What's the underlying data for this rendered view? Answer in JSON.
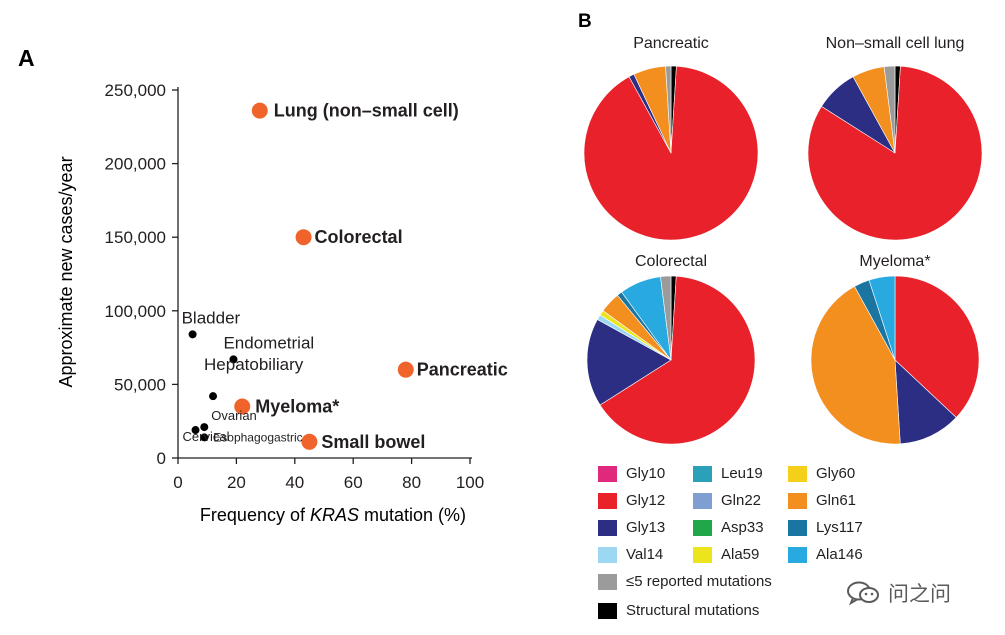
{
  "chart_data": [
    {
      "type": "scatter",
      "panel_label": "A",
      "xlabel_prefix": "Frequency of ",
      "xlabel_gene": "KRAS",
      "xlabel_suffix": " mutation (%)",
      "ylabel": "Approximate new cases/year",
      "xlim": [
        0,
        100
      ],
      "ylim": [
        0,
        250000
      ],
      "xticks": [
        "0",
        "20",
        "40",
        "60",
        "80",
        "100"
      ],
      "yticks": [
        "0",
        "50,000",
        "100,000",
        "150,000",
        "200,000",
        "250,000"
      ],
      "points": [
        {
          "label": "Lung (non–small cell)",
          "x": 28,
          "y": 236000,
          "highlight": true
        },
        {
          "label": "Colorectal",
          "x": 43,
          "y": 150000,
          "highlight": true
        },
        {
          "label": "Pancreatic",
          "x": 78,
          "y": 60000,
          "highlight": true
        },
        {
          "label": "Myeloma*",
          "x": 22,
          "y": 35000,
          "highlight": true
        },
        {
          "label": "Small bowel",
          "x": 45,
          "y": 11000,
          "highlight": true
        },
        {
          "label": "Bladder",
          "x": 5,
          "y": 84000,
          "highlight": false
        },
        {
          "label": "Endometrial",
          "x": 19,
          "y": 67000,
          "highlight": false
        },
        {
          "label": "Hepatobiliary",
          "x": 12,
          "y": 42000,
          "highlight": false
        },
        {
          "label": "Ovarian",
          "x": 9,
          "y": 21000,
          "highlight": false
        },
        {
          "label": "Esophagogastric",
          "x": 9,
          "y": 14000,
          "highlight": false
        },
        {
          "label": "Cervical",
          "x": 6,
          "y": 19000,
          "highlight": false
        }
      ]
    },
    {
      "type": "pie",
      "panel_label": "B",
      "pies": [
        {
          "title": "Pancreatic",
          "slices": {
            "Structural mutations": 1,
            "Gly12": 91,
            "Gly13": 1,
            "Gln61": 6,
            "≤5 reported mutations": 1
          }
        },
        {
          "title": "Non–small cell lung",
          "slices": {
            "Structural mutations": 1,
            "Gly12": 83,
            "Gly13": 8,
            "Gln61": 6,
            "≤5 reported mutations": 2
          }
        },
        {
          "title": "Colorectal",
          "slices": {
            "Structural mutations": 1,
            "Gly12": 65,
            "Gly13": 17,
            "Val14": 1,
            "Ala59": 1,
            "Gln61": 4,
            "Lys117": 1,
            "Ala146": 8,
            "≤5 reported mutations": 2
          }
        },
        {
          "title": "Myeloma*",
          "slices": {
            "Gly12": 37,
            "Gly13": 12,
            "Gln61": 43,
            "Lys117": 3,
            "Ala146": 5
          }
        }
      ]
    }
  ],
  "legend": [
    {
      "label": "Gly10",
      "color": "#e0287d"
    },
    {
      "label": "Gly12",
      "color": "#e8212a"
    },
    {
      "label": "Gly13",
      "color": "#2b2e83"
    },
    {
      "label": "Val14",
      "color": "#9dd8f2"
    },
    {
      "label": "≤5 reported mutations",
      "color": "#9b9b9b"
    },
    {
      "label": "Structural mutations",
      "color": "#000000"
    },
    {
      "label": "Leu19",
      "color": "#2aa0b9"
    },
    {
      "label": "Gln22",
      "color": "#7f9fd2"
    },
    {
      "label": "Asp33",
      "color": "#1fa74a"
    },
    {
      "label": "Ala59",
      "color": "#ece51d"
    },
    {
      "label": "Gly60",
      "color": "#f5d01a"
    },
    {
      "label": "Gln61",
      "color": "#f28f1f"
    },
    {
      "label": "Lys117",
      "color": "#1a75a0"
    },
    {
      "label": "Ala146",
      "color": "#28a9e0"
    }
  ],
  "colors": {
    "highlight_point": "#f0642c",
    "plain_point": "#000000",
    "axis": "#231f20",
    "pie_edge": "#ffffff"
  },
  "watermark": {
    "text": "问之问",
    "icon": "wechat-icon"
  }
}
